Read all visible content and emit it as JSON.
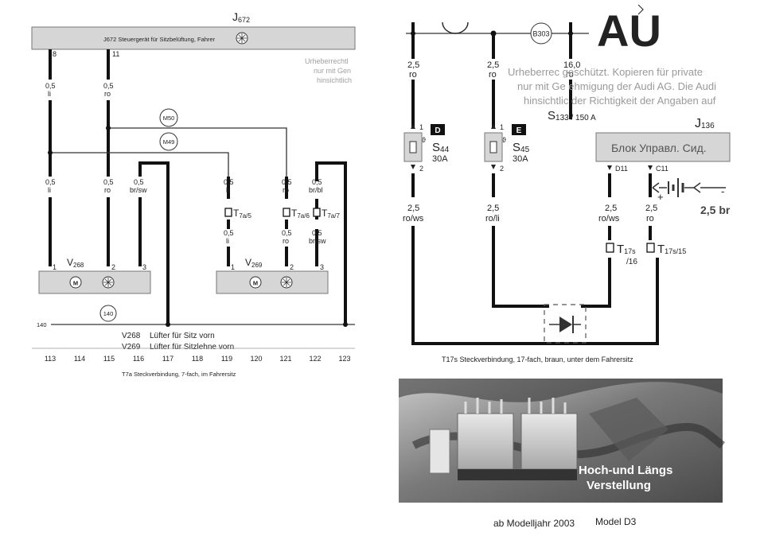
{
  "left": {
    "control_unit_id": "J672",
    "control_unit_id_base": "J",
    "control_unit_id_sub": "672",
    "control_unit_box": "J672   Steuergerät für Sitzbelüftung, Fahrer",
    "watermark": [
      "Urheberrechtl",
      "nur mit Gen",
      "hinsichtlich"
    ],
    "pins": {
      "p8": "8",
      "p11": "11",
      "p1": "1",
      "p2": "2",
      "p3": "3"
    },
    "wires": {
      "li_section": "0,5",
      "li_color": "li",
      "ro_section": "0,5",
      "ro_color": "ro",
      "brsw_section": "0,5",
      "brsw_color": "br/sw",
      "brbl_color": "br/bl"
    },
    "nodes": {
      "m50": "M50",
      "m49": "M49",
      "n140": "140"
    },
    "connectors": {
      "t7a": "T",
      "t7a5_sub": "7a/5",
      "t7a6_sub": "7a/6",
      "t7a7_sub": "7a/7"
    },
    "components": {
      "v268_base": "V",
      "v268_sub": "268",
      "v269_base": "V",
      "v269_sub": "269",
      "motor_symbol": "M"
    },
    "ground_line_label": "140",
    "legend": [
      {
        "code": "V268",
        "text": "Lüfter für Sitz vorn"
      },
      {
        "code": "V269",
        "text": "Lüfter für Sitzlehne vorn"
      }
    ],
    "track_numbers": [
      "113",
      "114",
      "115",
      "116",
      "117",
      "118",
      "119",
      "120",
      "121",
      "122",
      "123"
    ],
    "footnote": "T7a     Steckverbindung, 7-fach, im Fahrersitz"
  },
  "right": {
    "watermark": [
      "Urheberrec       geschützt. Kopieren für private",
      "nur mit Ge     ehmigung der Audi AG. Die Audi",
      "hinsichtlic    der Richtigkeit der Angaben auf"
    ],
    "b303": "B303",
    "wires": {
      "w1_section": "2,5",
      "w1_color": "ro",
      "w2_section": "2,5",
      "w2_color": "ro",
      "w3_section": "16,0",
      "w3_color": "ro",
      "w4_section": "2,5",
      "w4_color": "ro/ws",
      "w5_section": "2,5",
      "w5_color": "ro/li",
      "w6_section": "2,5",
      "w6_color": "ro/ws",
      "w7_section": "2,5",
      "w7_color": "ro"
    },
    "fuses": {
      "s44_badge": "D",
      "s44_base": "S",
      "s44_sub": "44",
      "s44_rating": "30A",
      "s45_badge": "E",
      "s45_base": "S",
      "s45_sub": "45",
      "s45_rating": "30A",
      "pin1": "1",
      "pin2": "2",
      "theta": "ϑ"
    },
    "s133": {
      "base": "S",
      "sub": "133 / 150 A"
    },
    "j136": {
      "base": "J",
      "sub": "136",
      "box": "Блок Управл. Сид.",
      "pin_d11": "D11",
      "pin_c11": "C11"
    },
    "battery": {
      "plus": "+",
      "minus": "-",
      "section": "2,5 br"
    },
    "t17s": {
      "base": "T",
      "c16_sub": "17s",
      "c16_suffix": "/16",
      "c15_sub": "17s/15"
    },
    "footnote": "T17s     Steckverbindung, 17-fach, braun, unter dem Fahrersitz",
    "photo_text": [
      "Hoch-und Längs",
      "Verstellung"
    ],
    "caption_year": "ab Modelljahr 2003",
    "caption_model": "Model D3"
  },
  "colors": {
    "box_fill": "#d6d6d6",
    "wire": "#111111",
    "badge": "#111111"
  }
}
